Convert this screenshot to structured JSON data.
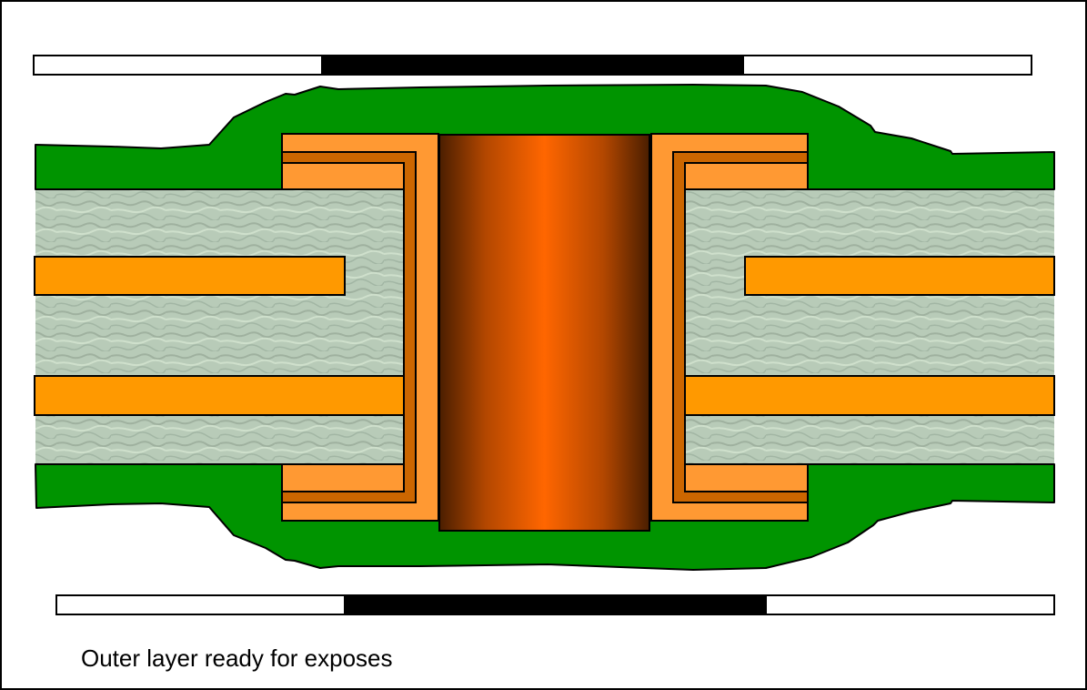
{
  "diagram": {
    "type": "pcb-cross-section",
    "caption": "Outer layer ready for exposes",
    "colors": {
      "solder_mask_green": "#009400",
      "copper_plating_light": "#FF9933",
      "copper_plating_dark": "#CC6600",
      "inner_trace": "#FF9900",
      "laminate": "#B4C8B4",
      "barrel_center": "#FF6600",
      "barrel_edge": "#4A1E00",
      "phototool_black": "#000000",
      "phototool_clear": "#FFFFFF",
      "outline": "#000000"
    },
    "elements": [
      {
        "id": "top-phototool",
        "label": "Top phototool / film"
      },
      {
        "id": "bottom-phototool",
        "label": "Bottom phototool / film"
      },
      {
        "id": "top-resist",
        "label": "Top dry film resist"
      },
      {
        "id": "bottom-resist",
        "label": "Bottom dry film resist"
      },
      {
        "id": "laminate",
        "label": "Laminate / dielectric"
      },
      {
        "id": "inner-traces",
        "label": "Inner layer copper"
      },
      {
        "id": "plated-hole",
        "label": "Plated through hole"
      },
      {
        "id": "via-fill",
        "label": "Copper via fill"
      }
    ]
  }
}
